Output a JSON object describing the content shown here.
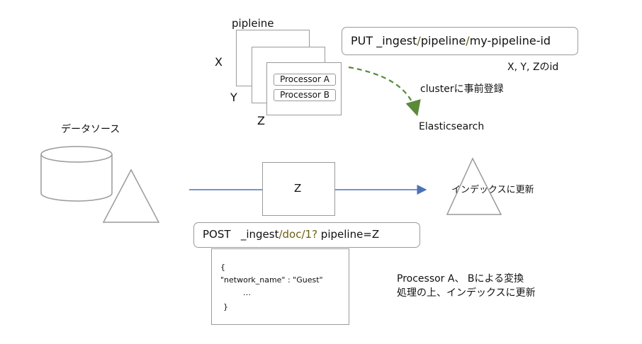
{
  "pipeline": {
    "title": "pipleine",
    "labels": [
      "X",
      "Y",
      "Z"
    ],
    "processors": [
      "Processor A",
      "Processor B"
    ]
  },
  "put_request": {
    "prefix": "PUT _ingest",
    "sep1": "/",
    "pipeline_word": "pipeline",
    "sep2": "/",
    "id": "my-pipeline-id"
  },
  "id_note": "X, Y, Zのid",
  "register_note": "clusterに事前登録",
  "elasticsearch_label": "Elasticsearch",
  "datasource_label": "データソース",
  "center_box_label": "Z",
  "index_update_label": "インデックスに更新",
  "post_request": {
    "prefix": "POST   _ingest",
    "path": "/doc/1?",
    "suffix": " pipeline=Z"
  },
  "json_body": {
    "open": "{",
    "line": "\"network_name\" : \"Guest\"",
    "ellipsis": "…",
    "close": "}"
  },
  "result_note": {
    "line1": "Processor A、 Bによる変換",
    "line2": "処理の上、インデックスに更新"
  },
  "colors": {
    "arrow_blue": "#4a72b8",
    "dashed_green": "#5a8a3a",
    "olive_text": "#6a5f10",
    "stroke_gray": "#9a9a9a"
  }
}
